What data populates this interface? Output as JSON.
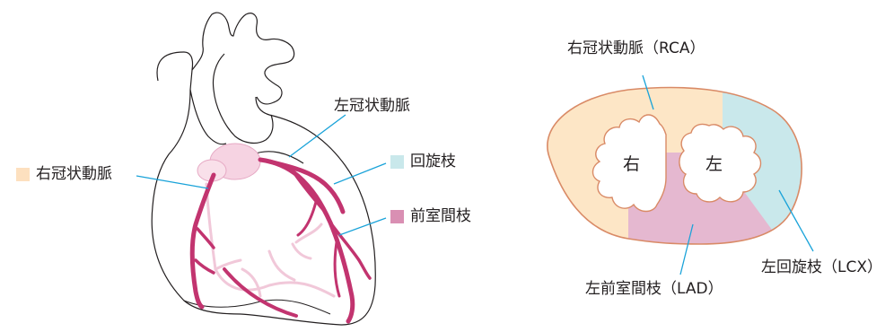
{
  "heart_diagram": {
    "labels": {
      "left_coronary": "左冠状動脈",
      "right_coronary": "右冠状動脈",
      "circumflex": "回旋枝",
      "anterior_descending": "前室間枝"
    },
    "legend_colors": {
      "right_coronary": "#fde0bf",
      "circumflex": "#c9e8eb",
      "anterior_descending": "#d98fb3"
    },
    "vessel_color": "#c2346f",
    "pale_vessel_color": "#f1c8d9"
  },
  "cross_section": {
    "labels": {
      "rca": "右冠状動脈（RCA）",
      "lad": "左前室間枝（LAD）",
      "lcx": "左回旋枝（LCX）",
      "right_ventricle": "右",
      "left_ventricle": "左"
    },
    "region_colors": {
      "rca": "#fde6c6",
      "lad": "#e5b8d0",
      "lcx": "#c9e8eb",
      "outline": "#d98a66"
    }
  },
  "leader_color": "#1aa3d9"
}
